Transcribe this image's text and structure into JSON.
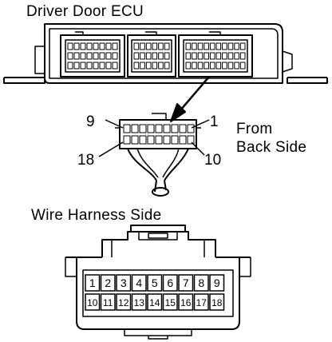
{
  "labels": {
    "ecu_title": "Driver Door ECU",
    "view_line1": "From",
    "view_line2": "Back Side",
    "harness_title": "Wire Harness Side"
  },
  "small_connector_pins": {
    "top_left": "9",
    "top_right": "1",
    "bottom_left": "18",
    "bottom_right": "10"
  },
  "harness_pins": {
    "row1": [
      "1",
      "2",
      "3",
      "4",
      "5",
      "6",
      "7",
      "8",
      "9"
    ],
    "row2": [
      "10",
      "11",
      "12",
      "13",
      "14",
      "15",
      "16",
      "17",
      "18"
    ]
  }
}
